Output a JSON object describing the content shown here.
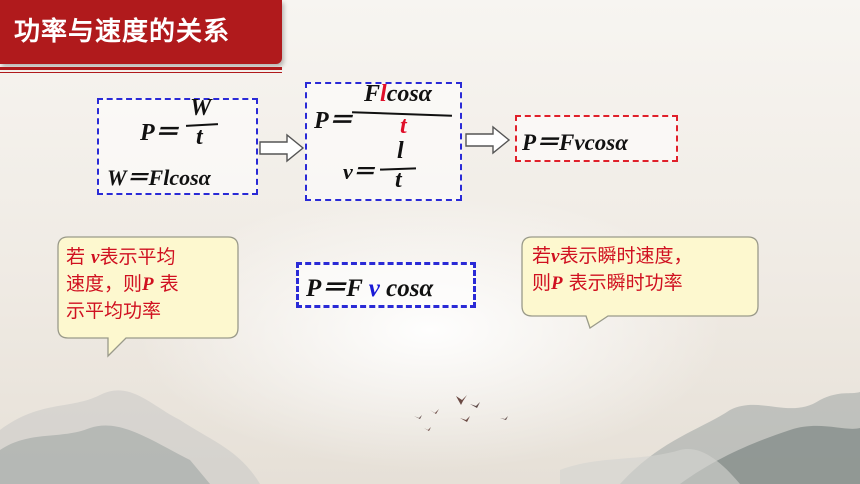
{
  "title": "功率与速度的关系",
  "box1": {
    "p_label": "P＝",
    "p_num": "W",
    "p_den": "t",
    "w_eq": "W＝Flcosα"
  },
  "box2": {
    "p_label": "P＝",
    "num_a": "F",
    "num_l": "l",
    "num_b": "cosα",
    "den": "t",
    "v_label": "v＝",
    "v_num": "l",
    "v_den": "t"
  },
  "box3": {
    "result": "P＝Fvcosα"
  },
  "center_formula": {
    "left": "P＝F ",
    "v": "v",
    "right": " cosα"
  },
  "callout_left": {
    "pre": "若 ",
    "v": "v",
    "line1_rest": "表示平均",
    "line2_a": "速度，则",
    "p": "P",
    "line2_b": " 表",
    "line3": "示平均功率"
  },
  "callout_right": {
    "pre": "若",
    "v": "v",
    "line1_rest": "表示瞬时速度，",
    "line2_a": "则",
    "p": "P",
    "line2_b": " 表示瞬时功率"
  },
  "colors": {
    "banner": "#b01a1c",
    "box_dash_blue": "#2a2ad6",
    "box_dash_red": "#e0202a",
    "callout_fill": "#fdf8cf",
    "callout_text": "#d01020"
  }
}
